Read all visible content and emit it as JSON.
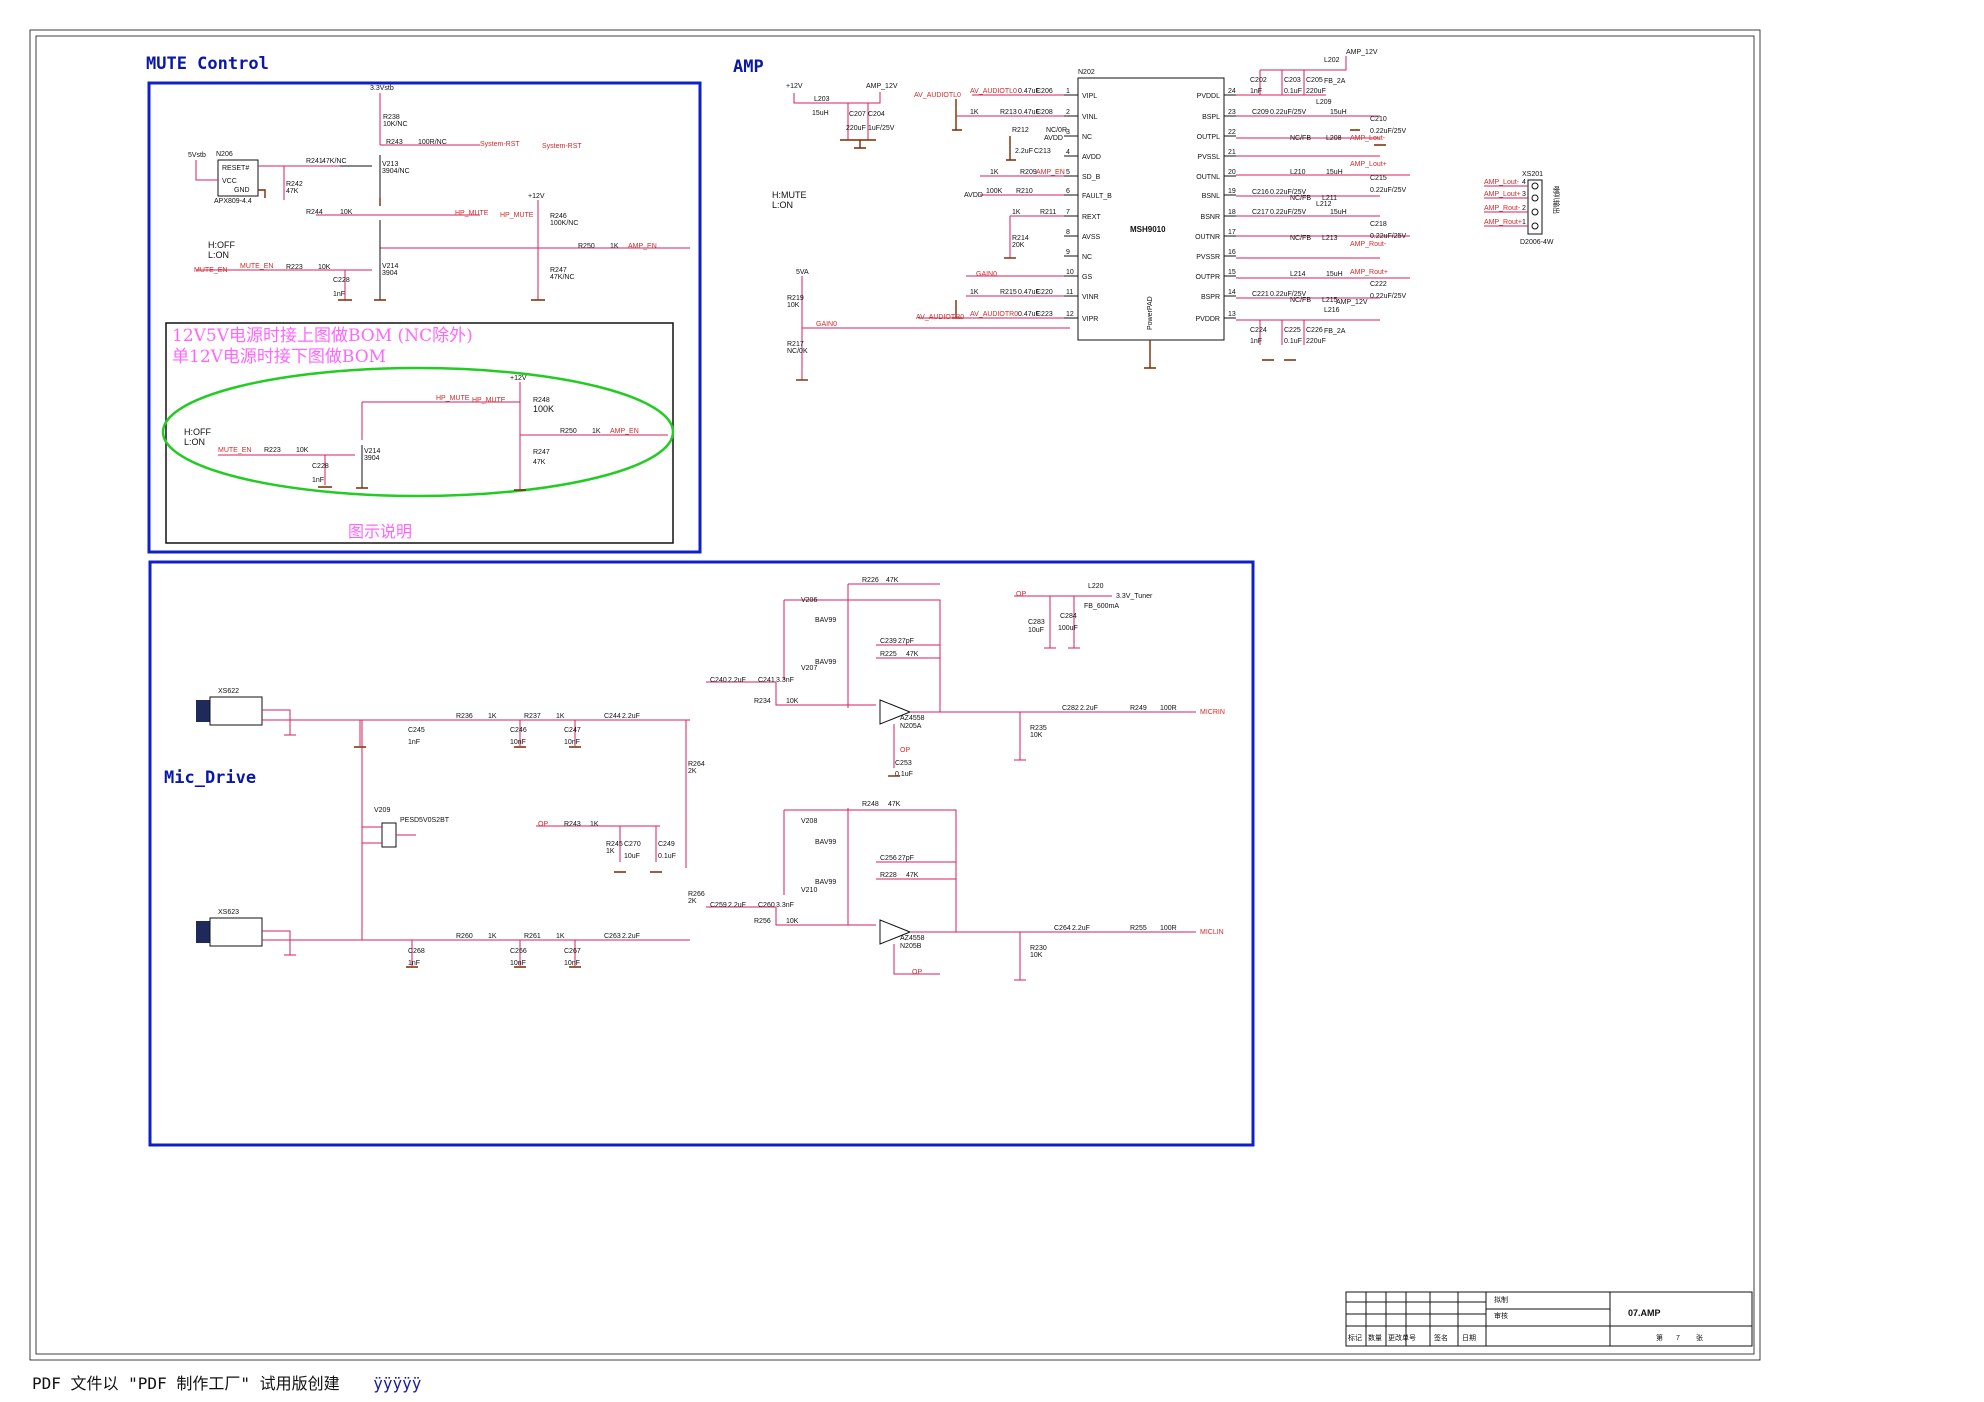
{
  "sections": {
    "mute_title": "MUTE Control",
    "amp_title": "AMP",
    "mic_title": "Mic_Drive",
    "note_line1": "12V5V电源时接上图做BOM (NC除外)",
    "note_line2": "单12V电源时接下图做BOM",
    "note_caption": "图示说明"
  },
  "mute": {
    "n206": "N206",
    "reset": "RESET#",
    "vcc": "VCC",
    "gnd": "GND",
    "ic": "APX809-4.4",
    "r238": "R238",
    "r238v": "10K/NC",
    "v33": "3.3Vstb",
    "r243": "R243",
    "r243v": "100R/NC",
    "sysrst": "System-RST",
    "sysrst2": "System-RST",
    "r241": "R241",
    "r241v": "47K/NC",
    "v213": "V213",
    "v213v": "3904/NC",
    "r242": "R242",
    "r242v": "47K",
    "r244": "R244",
    "r244v": "10K",
    "hpmute": "HP_MUTE",
    "hpmute2": "HP_MUTE",
    "p12v": "+12V",
    "r246": "R246",
    "r246v": "100K/NC",
    "r250": "R250",
    "r250v": "1K",
    "ampen": "AMP_EN",
    "hoff": "H:OFF",
    "lon": "L:ON",
    "muteen": "MUTE_EN",
    "muteen2": "MUTE_EN",
    "r223": "R223",
    "r223v": "10K",
    "v214": "V214",
    "v214v": "3904",
    "r247": "R247",
    "r247v": "47K/NC",
    "c228": "C228",
    "c228v": "1nF",
    "v5": "5Vstb"
  },
  "note": {
    "p12v": "+12V",
    "hpmute": "HP_MUTE",
    "hpmute2": "HP_MUTE",
    "r248": "R248",
    "r248v": "100K",
    "r250": "R250",
    "r250v": "1K",
    "ampen": "AMP_EN",
    "hoff": "H:OFF",
    "lon": "L:ON",
    "muteen": "MUTE_EN",
    "r223": "R223",
    "r223v": "10K",
    "v214": "V214",
    "v214v": "3904",
    "r247": "R247",
    "r247v": "47K",
    "c228": "C228",
    "c228v": "1nF"
  },
  "amp": {
    "p12v": "+12V",
    "amp12": "AMP_12V",
    "l203": "L203",
    "l203v": "15uH",
    "c207": "C207",
    "c207v": "220uF",
    "c204": "C204",
    "c204v": "1uF/25V",
    "hmute": "H:MUTE",
    "lon": "L:ON",
    "v5a": "5VA",
    "r219": "R219",
    "r219v": "10K",
    "r217": "R217",
    "r217v": "NC/0K",
    "gain0": "GAIN0",
    "gain0b": "GAIN0",
    "avl": "AV_AUDIOTL0",
    "avl2": "AV_AUDIOTL0",
    "avr": "AV_AUDIOTR0",
    "avr2": "AV_AUDIOTR0",
    "chip": "MSH9010",
    "chipref": "N202",
    "powerpad": "PowerPAD",
    "left_pins": [
      "VIPL",
      "VINL",
      "NC",
      "AVDD",
      "SD_B",
      "FAULT_B",
      "REXT",
      "AVSS",
      "NC",
      "GS",
      "VINR",
      "VIPR"
    ],
    "left_nums": [
      "1",
      "2",
      "3",
      "4",
      "5",
      "6",
      "7",
      "8",
      "9",
      "10",
      "11",
      "12"
    ],
    "right_pins": [
      "PVDDL",
      "BSPL",
      "OUTPL",
      "PVSSL",
      "OUTNL",
      "BSNL",
      "BSNR",
      "OUTNR",
      "PVSSR",
      "OUTPR",
      "BSPR",
      "PVDDR"
    ],
    "right_nums": [
      "24",
      "23",
      "22",
      "21",
      "20",
      "19",
      "18",
      "17",
      "16",
      "15",
      "14",
      "13"
    ],
    "c206": "C206",
    "c206v": "0.47uF",
    "c208": "C208",
    "c208v": "0.47uF",
    "r213": "R213",
    "r213v": "1K",
    "r212": "R212",
    "r212v": "NC/0R",
    "c213": "C213",
    "c213v": "2.2uF",
    "avdd": "AVDD",
    "avdd2": "AVDD",
    "r209": "R209",
    "r209v": "1K",
    "ampen": "AMP_EN",
    "r210": "R210",
    "r210v": "100K",
    "r211": "R211",
    "r211v": "1K",
    "r214": "R214",
    "r214v": "20K",
    "c220": "C220",
    "c220v": "0.47uF",
    "c223": "C223",
    "c223v": "0.47uF",
    "r215": "R215",
    "r215v": "1K",
    "c202": "C202",
    "c202v": "1nF",
    "c203": "C203",
    "c203v": "0.1uF",
    "c205": "C205",
    "c205v": "220uF",
    "l202": "L202",
    "l202v": "FB_2A",
    "amp12b": "AMP_12V",
    "c209": "C209",
    "c209v": "0.22uF/25V",
    "l209": "L209",
    "l209v": "15uH",
    "ncfb1": "NC/FB",
    "l208": "L208",
    "c210": "C210",
    "c210v": "0.22uF/25V",
    "ampl": "AMP_Lout-",
    "l210": "L210",
    "l210v": "15uH",
    "amplp": "AMP_Lout+",
    "c216": "C216",
    "c216v": "0.22uF/25V",
    "ncfb2": "NC/FB",
    "l211": "L211",
    "c215": "C215",
    "c215v": "0.22uF/25V",
    "c217": "C217",
    "c217v": "0.22uF/25V",
    "l212": "L212",
    "l212v": "15uH",
    "ncfb3": "NC/FB",
    "l213": "L213",
    "c218": "C218",
    "c218v": "0.22uF/25V",
    "ampr": "AMP_Rout-",
    "l214": "L214",
    "l214v": "15uH",
    "amprp": "AMP_Rout+",
    "c221": "C221",
    "c221v": "0.22uF/25V",
    "ncfb4": "NC/FB",
    "l215": "L215",
    "c222": "C222",
    "c222v": "0.22uF/25V",
    "amp12c": "AMP_12V",
    "c224": "C224",
    "c224v": "1nF",
    "c225": "C225",
    "c225v": "0.1uF",
    "c226": "C226",
    "c226v": "220uF",
    "l216": "L216",
    "l216v": "FB_2A",
    "xs201": "XS201",
    "conn": "D2006-4W",
    "side": "喇叭输出",
    "conn_pins": [
      "AMP_Lout-",
      "AMP_Lout+",
      "AMP_Rout-",
      "AMP_Rout+"
    ],
    "conn_nums": [
      "4",
      "3",
      "2",
      "1"
    ]
  },
  "mic": {
    "xs622": "XS622",
    "xs623": "XS623",
    "r236": "R236",
    "r236v": "1K",
    "r237": "R237",
    "r237v": "1K",
    "c245": "C245",
    "c245v": "1nF",
    "c246": "C246",
    "c246v": "10nF",
    "c247": "C247",
    "c247v": "10nF",
    "c244": "C244",
    "c244v": "2.2uF",
    "v206": "V206",
    "v207": "V207",
    "bav1": "BAV99",
    "bav2": "BAV99",
    "r226": "R226",
    "r226v": "47K",
    "c239": "C239",
    "c239v": "27pF",
    "r225": "R225",
    "r225v": "47K",
    "c240": "C240",
    "c240v": "2.2uF",
    "c241": "C241",
    "c241v": "3.3nF",
    "r234": "R234",
    "r234v": "10K",
    "opa": "AZ4558",
    "opaa": "N205A",
    "c282": "C282",
    "c282v": "2.2uF",
    "r249": "R249",
    "r249v": "100R",
    "micrin": "MICRIN",
    "r235": "R235",
    "r235v": "10K",
    "op": "OP",
    "c253": "C253",
    "c253v": "0.1uF",
    "r264": "R264",
    "r264v": "2K",
    "op2": "OP",
    "l220": "L220",
    "l220v": "FB_600mA",
    "tuner": "3.3V_Tuner",
    "c283": "C283",
    "c283v": "10uF",
    "c284": "C284",
    "c284v": "100uF",
    "v209": "V209",
    "tvs": "PESD5V0S2BT",
    "op3": "OP",
    "r243": "R243",
    "r243v": "1K",
    "r245": "R245",
    "r245v": "1K",
    "c270": "C270",
    "c270v": "10uF",
    "c249": "C249",
    "c249v": "0.1uF",
    "v208": "V208",
    "v210": "V210",
    "bav3": "BAV99",
    "bav4": "BAV99",
    "r248": "R248",
    "r248v": "47K",
    "c256": "C256",
    "c256v": "27pF",
    "r228": "R228",
    "r228v": "47K",
    "r266": "R266",
    "r266v": "2K",
    "c259": "C259",
    "c259v": "2.2uF",
    "c260": "C260",
    "c260v": "3.3nF",
    "r256": "R256",
    "r256v": "10K",
    "opb": "AZ4558",
    "opbb": "N205B",
    "c264": "C264",
    "c264v": "2.2uF",
    "r255": "R255",
    "r255v": "100R",
    "micin": "MICLIN",
    "r230": "R230",
    "r230v": "10K",
    "op4": "OP",
    "r260": "R260",
    "r260v": "1K",
    "r261": "R261",
    "r261v": "1K",
    "c268": "C268",
    "c268v": "1nF",
    "c266": "C266",
    "c266v": "10nF",
    "c267": "C267",
    "c267v": "10nF",
    "c263": "C263",
    "c263v": "2.2uF"
  },
  "titleblock": {
    "draw": "拟制",
    "check": "审核",
    "name": "07.AMP",
    "cols": [
      "标记",
      "数量",
      "更改单号",
      "签名",
      "日期"
    ],
    "page_pre": "第",
    "page_no": "7",
    "page_post": "张"
  },
  "footer": {
    "text": "PDF 文件以 \"PDF 制作工厂\" 试用版创建",
    "link": "ÿÿÿÿÿ"
  }
}
